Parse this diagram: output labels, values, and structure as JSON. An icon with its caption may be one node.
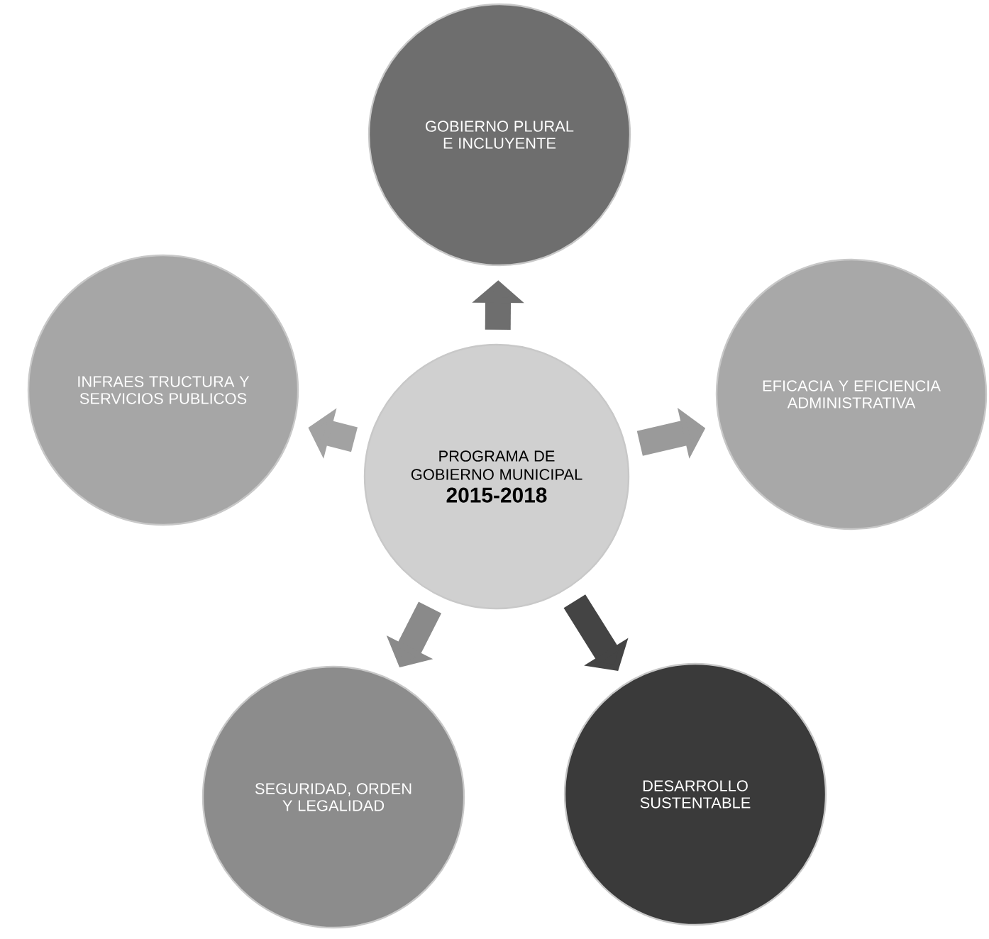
{
  "diagram": {
    "nodes": [
      {
        "text": [
          "GOBIERNO PLURAL E INCLUYENTE"
        ]
      },
      {
        "text": [
          "INFRAES TRUCTURA Y SERVICIOS PUBLICOS"
        ]
      },
      {
        "text": [
          "EFICACIA Y EFICIENCIA ADMINISTRATIVA"
        ]
      },
      {
        "text": [
          "PROGRAMA DE GOBIERNO MUNICIPAL",
          "2015-2018"
        ]
      },
      {
        "text": [
          "SEGURIDAD, ORDEN Y LEGALIDAD"
        ]
      },
      {
        "text": [
          "DESARROLLO SUSTENTABLE"
        ]
      }
    ],
    "edges": [
      {
        "from": 3,
        "to": 0,
        "arrow": "to",
        "color": "#6e6e6e"
      },
      {
        "from": 3,
        "to": 1,
        "arrow": "to",
        "color": "#a2a2a2"
      },
      {
        "from": 3,
        "to": 2,
        "arrow": "to",
        "color": "#9a9a9a"
      },
      {
        "from": 3,
        "to": 4,
        "arrow": "to",
        "color": "#8a8a8a"
      },
      {
        "from": 3,
        "to": 5,
        "arrow": "to",
        "color": "#444444"
      }
    ]
  }
}
